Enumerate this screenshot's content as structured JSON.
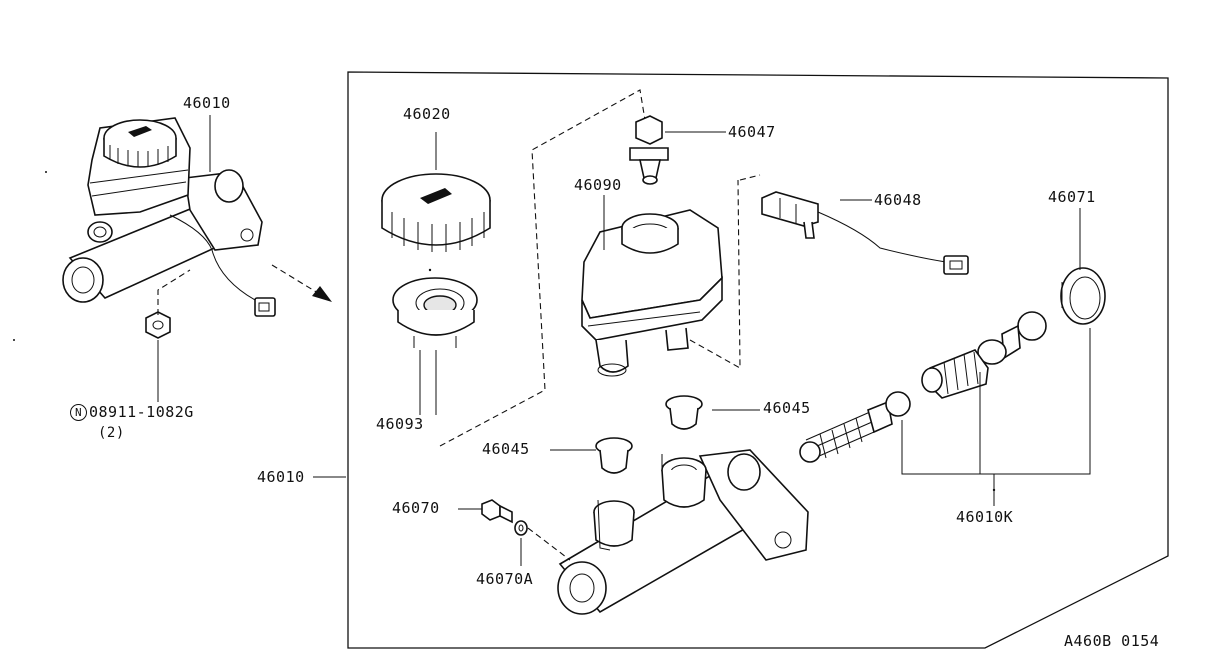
{
  "labels": {
    "top_left_assembly": "46010",
    "cap": "46020",
    "bolt": "46047",
    "reservoir": "46090",
    "sensor": "46048",
    "seal_ring": "46071",
    "strainer": "46093",
    "grommet_upper": "46045",
    "grommet_lower": "46045",
    "assembly": "46010",
    "bolt_small": "46070",
    "washer": "46070A",
    "kit": "46010K",
    "nut": "08911-1082G",
    "nut_qty": "(2)",
    "nut_prefix": "N",
    "figure_code": "A460B 0154"
  },
  "icons": {
    "direction_arrow": "arrow-right-down-icon",
    "nut_marker": "circled-n-icon"
  },
  "colors": {
    "ink": "#111111",
    "paper": "#ffffff",
    "shade": "#e6e6e6"
  }
}
